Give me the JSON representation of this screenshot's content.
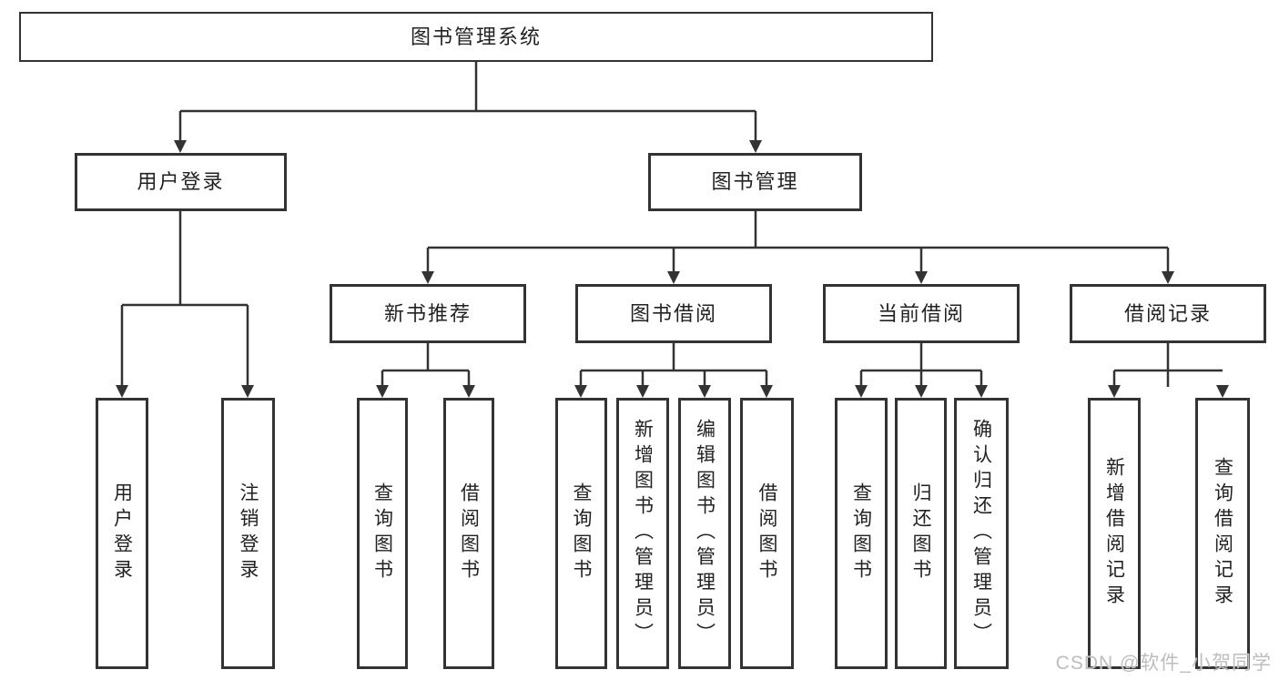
{
  "diagram": {
    "root": {
      "label": "图书管理系统"
    },
    "level2": [
      {
        "label": "用户登录"
      },
      {
        "label": "图书管理"
      }
    ],
    "level3": [
      {
        "label": "新书推荐",
        "parent": "图书管理"
      },
      {
        "label": "图书借阅",
        "parent": "图书管理"
      },
      {
        "label": "当前借阅",
        "parent": "图书管理"
      },
      {
        "label": "借阅记录",
        "parent": "图书管理"
      }
    ],
    "level4": [
      {
        "label": "用户登录",
        "parent": "用户登录"
      },
      {
        "label": "注销登录",
        "parent": "用户登录"
      },
      {
        "label": "查询图书",
        "parent": "新书推荐"
      },
      {
        "label": "借阅图书",
        "parent": "新书推荐"
      },
      {
        "label": "查询图书",
        "parent": "图书借阅"
      },
      {
        "label": "新增图书（管理员）",
        "parent": "图书借阅"
      },
      {
        "label": "编辑图书（管理员）",
        "parent": "图书借阅"
      },
      {
        "label": "借阅图书",
        "parent": "图书借阅"
      },
      {
        "label": "查询图书",
        "parent": "当前借阅"
      },
      {
        "label": "归还图书",
        "parent": "当前借阅"
      },
      {
        "label": "确认归还（管理员）",
        "parent": "当前借阅"
      },
      {
        "label": "新增借阅记录",
        "parent": "借阅记录"
      },
      {
        "label": "查询借阅记录",
        "parent": "借阅记录"
      }
    ]
  },
  "watermark": {
    "text": "CSDN @软件_小贺同学"
  },
  "colors": {
    "line": "#333333",
    "box_border": "#333333",
    "text": "#222222",
    "watermark": "#bdbdbd",
    "background": "#ffffff"
  }
}
